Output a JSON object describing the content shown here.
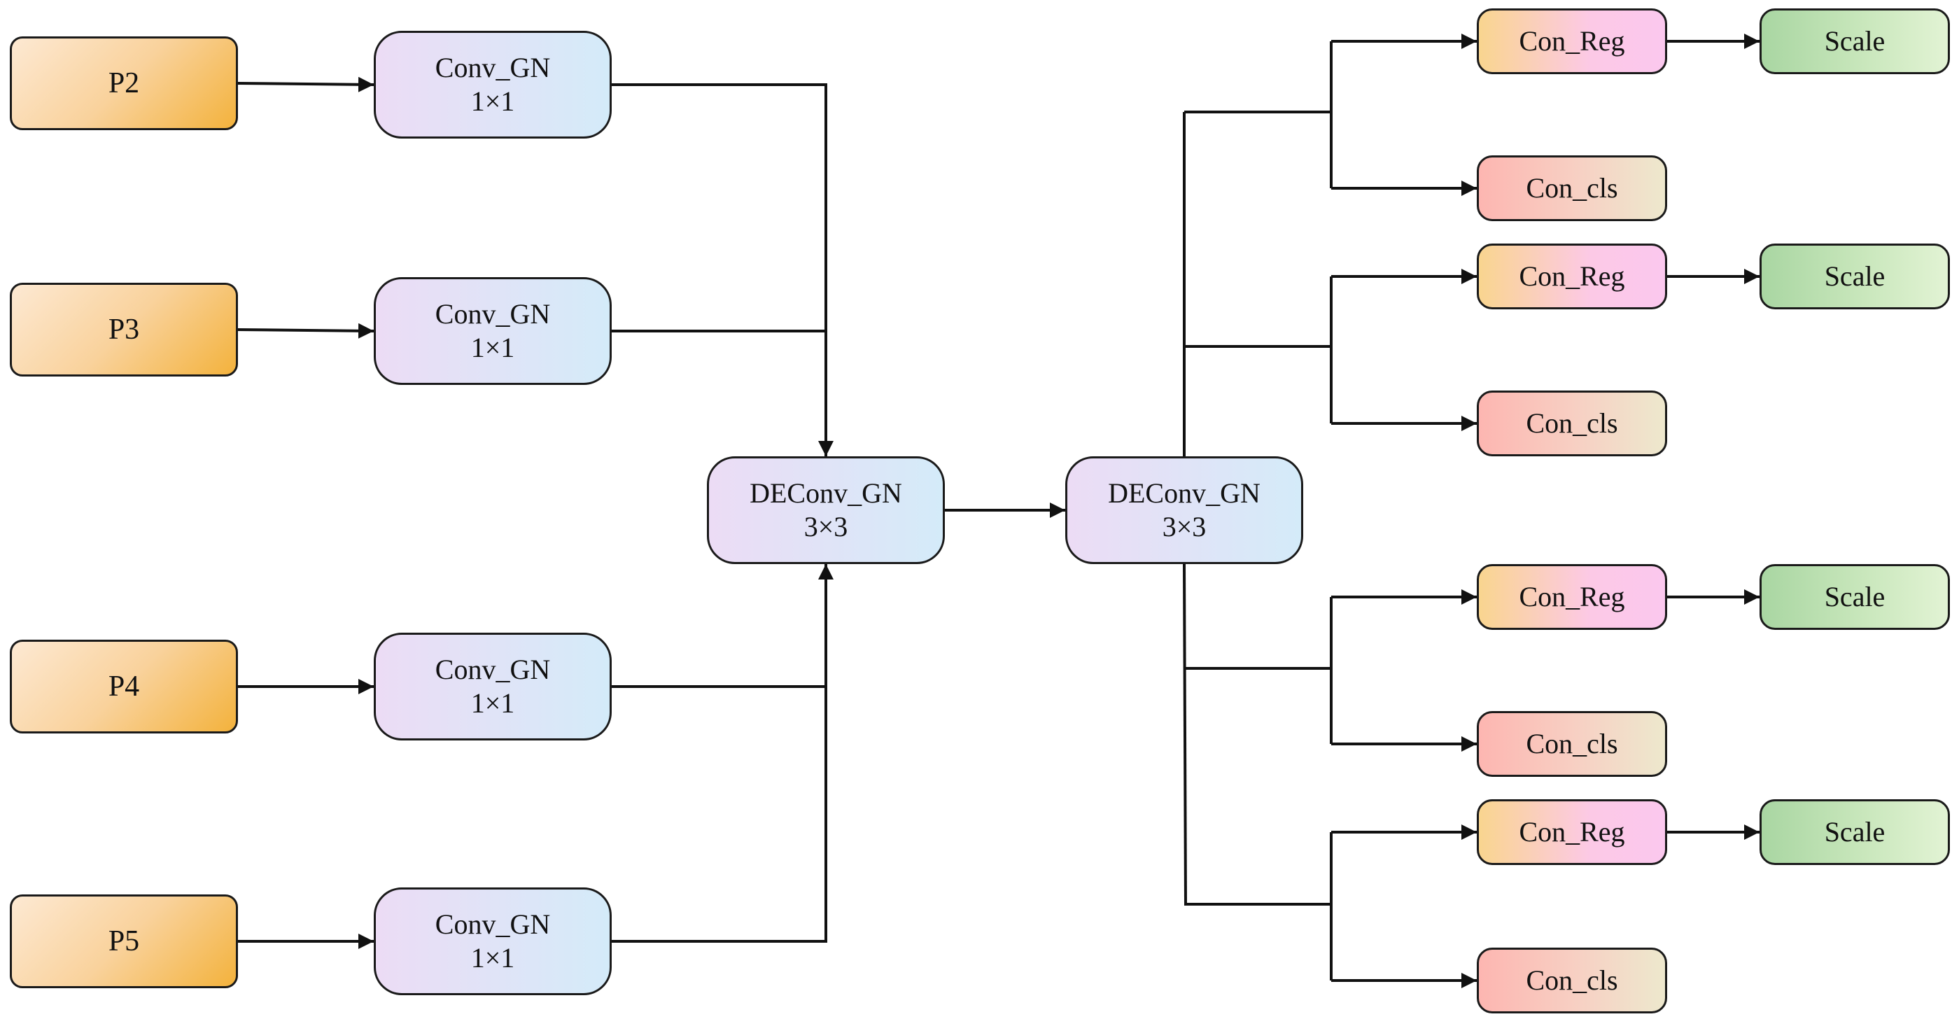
{
  "inputs": [
    {
      "label": "P2"
    },
    {
      "label": "P3"
    },
    {
      "label": "P4"
    },
    {
      "label": "P5"
    }
  ],
  "conv_blocks": [
    {
      "name": "Conv_GN",
      "kernel": "1×1"
    },
    {
      "name": "Conv_GN",
      "kernel": "1×1"
    },
    {
      "name": "Conv_GN",
      "kernel": "1×1"
    },
    {
      "name": "Conv_GN",
      "kernel": "1×1"
    }
  ],
  "deconv_blocks": [
    {
      "name": "DEConv_GN",
      "kernel": "3×3"
    },
    {
      "name": "DEConv_GN",
      "kernel": "3×3"
    }
  ],
  "heads": [
    {
      "reg": "Con_Reg",
      "cls": "Con_cls",
      "scale": "Scale"
    },
    {
      "reg": "Con_Reg",
      "cls": "Con_cls",
      "scale": "Scale"
    },
    {
      "reg": "Con_Reg",
      "cls": "Con_cls",
      "scale": "Scale"
    },
    {
      "reg": "Con_Reg",
      "cls": "Con_cls",
      "scale": "Scale"
    }
  ],
  "colors": {
    "stroke": "#1a1a1a",
    "input_fill": "#f3b23c",
    "conv_fill": "#d4ebf9",
    "reg_fill": "#fcc9e6",
    "cls_fill": "#fdb6b1",
    "scale_fill": "#a9d6a2"
  }
}
